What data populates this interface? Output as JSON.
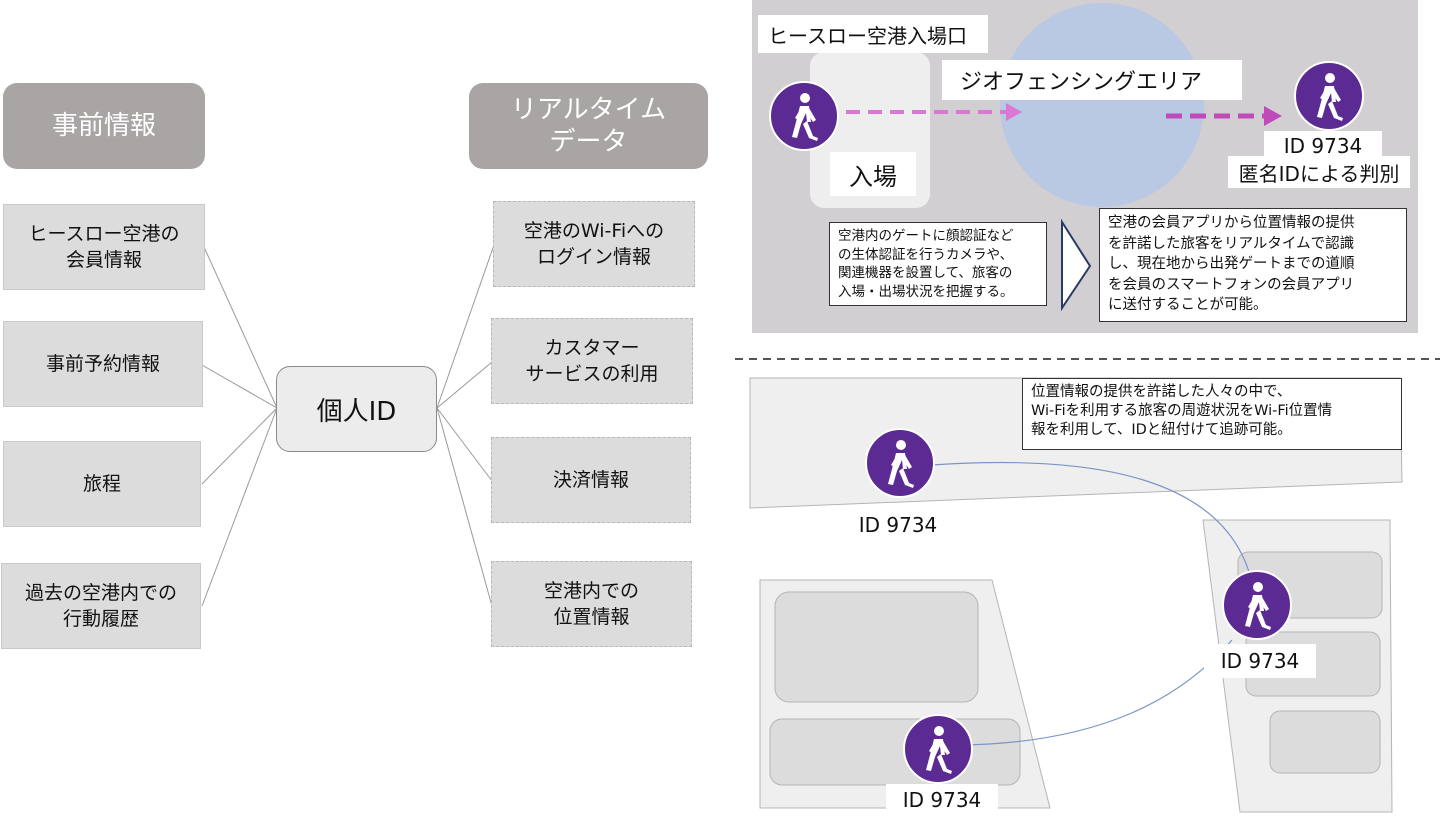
{
  "left": {
    "header": "事前情報",
    "items": [
      "ヒースロー空港の\n会員情報",
      "事前予約情報",
      "旅程",
      "過去の空港内での\n行動履歴"
    ]
  },
  "center": {
    "label": "個人ID"
  },
  "right": {
    "header": "リアルタイム\nデータ",
    "items": [
      "空港のWi-Fiへの\nログイン情報",
      "カスタマー\nサービスの利用",
      "決済情報",
      "空港内での\n位置情報"
    ]
  },
  "geofence": {
    "entrance_title": "ヒースロー空港入場口",
    "area_label": "ジオフェンシングエリア",
    "entry_label": "入場",
    "id_label": "ID 9734",
    "anon_label": "匿名IDによる判別",
    "note_left": "空港内のゲートに顔認証など\nの生体認証を行うカメラや、\n関連機器を設置して、旅客の\n入場・出場状況を把握する。",
    "note_right": "空港の会員アプリから位置情報の提供\nを許諾した旅客をリアルタイムで認識\nし、現在地から出発ゲートまでの道順\nを会員のスマートフォンの会員アプリ\nに送付することが可能。"
  },
  "tracking": {
    "note": "位置情報の提供を許諾した人々の中で、\nWi-Fiを利用する旅客の周遊状況をWi-Fi位置情\n報を利用して、IDと紐付けて追跡可能。",
    "ids": [
      "ID 9734",
      "ID 9734",
      "ID 9734"
    ]
  },
  "colors": {
    "accent_purple": "#5b2a92",
    "arrow_pink": "#d979d3",
    "header_gray": "#aaa5a5",
    "box_gray": "#dcdcdc",
    "panel_gray": "#d1cfd2",
    "geofence_blue": "#b9c8e3"
  }
}
